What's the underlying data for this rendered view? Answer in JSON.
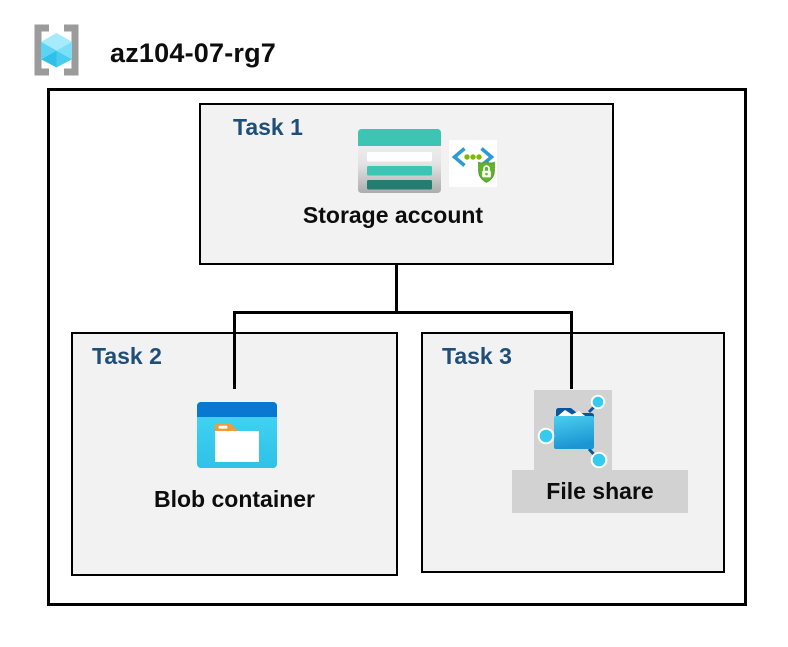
{
  "header": {
    "title": "az104-07-rg7",
    "icon": "resource-group-icon"
  },
  "tasks": [
    {
      "id": "task1",
      "label": "Task 1",
      "resource": "Storage account",
      "icons": [
        "storage-account-icon",
        "secure-endpoint-lock-icon"
      ]
    },
    {
      "id": "task2",
      "label": "Task 2",
      "resource": "Blob container",
      "icons": [
        "blob-container-icon"
      ]
    },
    {
      "id": "task3",
      "label": "Task 3",
      "resource": "File share",
      "icons": [
        "file-share-icon"
      ],
      "highlighted": true
    }
  ],
  "connectors": [
    {
      "from": "task1",
      "to": "task2"
    },
    {
      "from": "task1",
      "to": "task3"
    }
  ],
  "colors": {
    "task_label": "#1F4E79",
    "box_fill": "#F2F2F2",
    "border": "#000000",
    "highlight_gray": "#D2D2D2",
    "azure_blue": "#0878D3",
    "storage_teal": "#3BC5B2",
    "storage_dark_teal": "#257D72",
    "cyan_node": "#35CBF1",
    "shield_green": "#64B32D",
    "bracket_gray": "#9B9B9B"
  }
}
